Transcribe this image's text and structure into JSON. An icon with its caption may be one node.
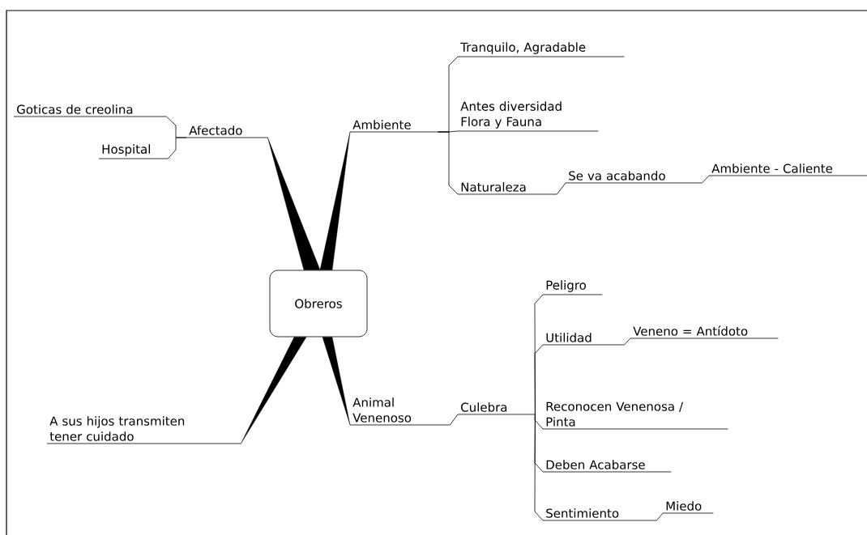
{
  "diagram": {
    "nodes": [
      {
        "text": [
          "Obreros"
        ]
      },
      {
        "text": [
          "Afectado"
        ]
      },
      {
        "text": [
          "Goticas de creolina"
        ]
      },
      {
        "text": [
          "Hospital"
        ]
      },
      {
        "text": [
          "Ambiente"
        ]
      },
      {
        "text": [
          "Tranquilo, Agradable"
        ]
      },
      {
        "text": [
          "Antes diversidad Flora y Fauna"
        ]
      },
      {
        "text": [
          "Naturaleza"
        ]
      },
      {
        "text": [
          "Se va acabando"
        ]
      },
      {
        "text": [
          "Ambiente - Caliente"
        ]
      },
      {
        "text": [
          "A sus hijos transmiten tener cuidado"
        ]
      },
      {
        "text": [
          "Animal Venenoso"
        ]
      },
      {
        "text": [
          "Culebra"
        ]
      },
      {
        "text": [
          "Peligro"
        ]
      },
      {
        "text": [
          "Utilidad"
        ]
      },
      {
        "text": [
          "Veneno = Antídoto"
        ]
      },
      {
        "text": [
          "Reconocen Venenosa / Pinta"
        ]
      },
      {
        "text": [
          "Deben Acabarse"
        ]
      },
      {
        "text": [
          "Sentimiento"
        ]
      },
      {
        "text": [
          "Miedo"
        ]
      }
    ],
    "edges": [
      {
        "from": 0,
        "to": 1,
        "arrow": "none",
        "style": "thick"
      },
      {
        "from": 0,
        "to": 4,
        "arrow": "none",
        "style": "thick"
      },
      {
        "from": 0,
        "to": 10,
        "arrow": "none",
        "style": "thick"
      },
      {
        "from": 0,
        "to": 11,
        "arrow": "none",
        "style": "thick"
      },
      {
        "from": 1,
        "to": 2,
        "arrow": "none"
      },
      {
        "from": 1,
        "to": 3,
        "arrow": "none"
      },
      {
        "from": 4,
        "to": 5,
        "arrow": "none"
      },
      {
        "from": 4,
        "to": 6,
        "arrow": "none"
      },
      {
        "from": 4,
        "to": 7,
        "arrow": "none"
      },
      {
        "from": 7,
        "to": 8,
        "arrow": "none"
      },
      {
        "from": 8,
        "to": 9,
        "arrow": "none"
      },
      {
        "from": 11,
        "to": 12,
        "arrow": "none"
      },
      {
        "from": 12,
        "to": 13,
        "arrow": "none"
      },
      {
        "from": 12,
        "to": 14,
        "arrow": "none"
      },
      {
        "from": 12,
        "to": 16,
        "arrow": "none"
      },
      {
        "from": 12,
        "to": 17,
        "arrow": "none"
      },
      {
        "from": 12,
        "to": 18,
        "arrow": "none"
      },
      {
        "from": 14,
        "to": 15,
        "arrow": "none"
      },
      {
        "from": 18,
        "to": 19,
        "arrow": "none"
      }
    ]
  }
}
